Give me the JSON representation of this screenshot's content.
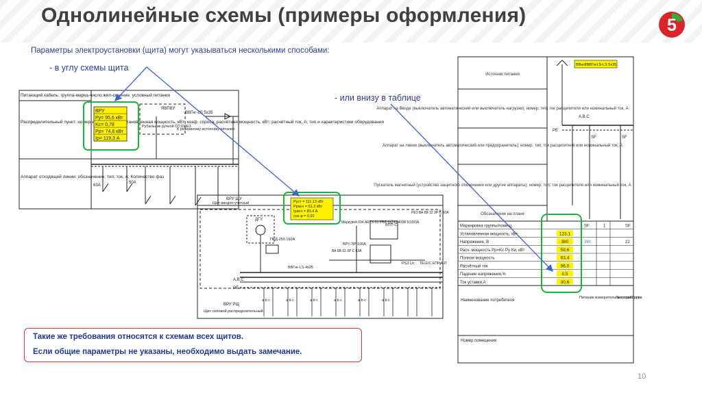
{
  "title": "Однолинейные схемы (примеры оформления)",
  "logo_text": "5",
  "intro": "Параметры электроустановки (щита) могут указываться несколькими способами:",
  "bullet_corner": "- в углу схемы щита",
  "bullet_table": "- или внизу в таблице",
  "note": {
    "line1": "Такие же требования относятся к схемам всех щитов.",
    "line2": "Если общие параметры не указаны, необходимо выдать замечание."
  },
  "page_number": "10",
  "colors": {
    "arrow": "#4064c8",
    "highlight_box": "#20b040",
    "highlight_fill": "#fff200",
    "note_border": "#d3373c",
    "text_blue": "#2e3f8f",
    "logo_red": "#d9262b",
    "logo_green": "#3aa935"
  },
  "scheme1": {
    "row_cable": "Питающий кабель: группа-марка-число жил-сечение, условный питания",
    "row_point": "Распределительный пункт: номер и шифр щита; установленная мощность, кВт; коэф. спроса; расчётная мощность, кВт; расчётный ток, А; тип и характеристики оборудования",
    "row_apparatus": "Аппарат отходящей линии: обозначение; тип; ток, А; Количество фаз",
    "params": [
      "ВРУ",
      "Pу= 95,6 кВт",
      "Kс= 0,78",
      "Pр= 74,6 кВт",
      "Iр= 119,3 А"
    ],
    "yavp": "ЯВПВУ",
    "cable": "ВВГнг-LS 5х35",
    "switch_label": "Рубильник ручной ОТ100Е3",
    "reserve": "К резервному источнику питания",
    "breakers": [
      "63А",
      "50А"
    ]
  },
  "scheme2": {
    "header_left": "ВРУ ЩУ",
    "header_left2": "Щит вводно-учетный",
    "params": [
      "Pуст = 111,13 кВт",
      "Pрасч = 51,3 кВт",
      "Iрасч = 83,4 А",
      "cos φ = 0,92"
    ],
    "gen_label": "ДГУ",
    "breaker_pkd": "ПКД-250 160А",
    "meter": "Меркурий 234 ARTX-01 PBR 3х230/400В 5(100)А",
    "vrp": "ВРУ-ЗР 100А",
    "vpp": "ВПП-С",
    "cable": "ВВГнг-LS 4х25",
    "breaker_va": "ВА 88-32 3Р С 63А",
    "breaker_va2": "ВА 88-32 3Р С 80А",
    "isolator": "РЕЗ ВА 88-32 3Р С 80А",
    "ps": "PS3 Uс",
    "telecom": "TELEIC ЕПР-4ЧТ",
    "bus_phases": "A,B,C",
    "bus_pe": "PE",
    "footer1": "ВРУ РЩ",
    "footer2": "Щит силовой распределительный",
    "phase_group": "a b c"
  },
  "scheme3": {
    "rows": [
      "Источник питания",
      "Аппарат на Вводе (выключатель автоматический или выключатель нагрузки); номер; тип; ток расцепителя или номинальный ток, А",
      "Аппарат на линии (выключатель автоматический или предохранитель); номер; тип; ток расцепителя или номинальный ток, А",
      "Пускатель магнитный (устройство защитного отключения или другие аппараты); номер; тип; ток расцепителя или номинальный ток, А",
      "Обозначение на плане"
    ],
    "source_label": "ВВнг8ВВГнгLS-LS 5х35",
    "bus_phases": "A,B,C",
    "bus_pe": "PE",
    "sf_labels": [
      "SF",
      "SF"
    ],
    "table_rows": [
      {
        "label": "Маркировка группы/помещ.",
        "value": "",
        "c1": "SF",
        "c2": "1",
        "c3": "SF"
      },
      {
        "label": "Установленная мощность, кВт",
        "value": "123,1",
        "c1": "",
        "c2": "",
        "c3": ""
      },
      {
        "label": "Напряжение, В",
        "value": "380",
        "c1": "380",
        "c2": "",
        "c3": "22"
      },
      {
        "label": "Расч. мощность Pр=Kc·Pу·Ки, кВт",
        "value": "59,6",
        "c1": "",
        "c2": "",
        "c3": ""
      },
      {
        "label": "Полная мощность",
        "value": "63,4",
        "c1": "",
        "c2": "",
        "c3": ""
      },
      {
        "label": "Расчётный ток",
        "value": "96,0",
        "c1": "",
        "c2": "",
        "c3": ""
      },
      {
        "label": "Падение напряжения,%",
        "value": "0,5",
        "c1": "",
        "c2": "",
        "c3": ""
      },
      {
        "label": "Ток уставки,А",
        "value": "30,6",
        "c1": "",
        "c2": "",
        "c3": ""
      }
    ],
    "consumer_label": "Наименование потребителя",
    "consumer1": "Питание измерительных приборов",
    "consumer2": "Пита-приборов",
    "room_label": "Номер помещения"
  }
}
